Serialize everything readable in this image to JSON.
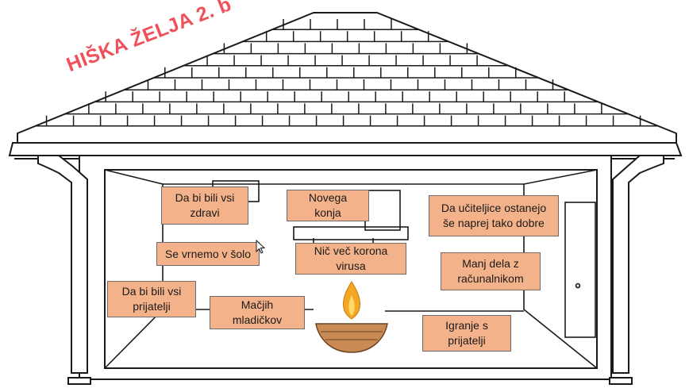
{
  "title": "HIŠKA ŽELJA 2. b",
  "wishes": [
    {
      "id": "healthy",
      "text": "Da bi bili vsi\nzdravi"
    },
    {
      "id": "horse",
      "text": "Novega\nkonja"
    },
    {
      "id": "teachers",
      "text": "Da učiteljice ostanejo\nše naprej tako dobre"
    },
    {
      "id": "school",
      "text": "Se vrnemo v šolo"
    },
    {
      "id": "corona",
      "text": "Nič več korona\nvirusa"
    },
    {
      "id": "computer",
      "text": "Manj dela z\nračunalnikom"
    },
    {
      "id": "friends",
      "text": "Da bi bili vsi\nprijatelji"
    },
    {
      "id": "kittens",
      "text": "Mačjih\nmladičkov"
    },
    {
      "id": "play",
      "text": "Igranje s\nprijatelji"
    }
  ],
  "colors": {
    "note_fill": "#f4b28a",
    "title": "#f0505a",
    "flame": "#f5a623"
  },
  "icons": [
    "oil-lamp-icon",
    "mouse-cursor-icon"
  ]
}
